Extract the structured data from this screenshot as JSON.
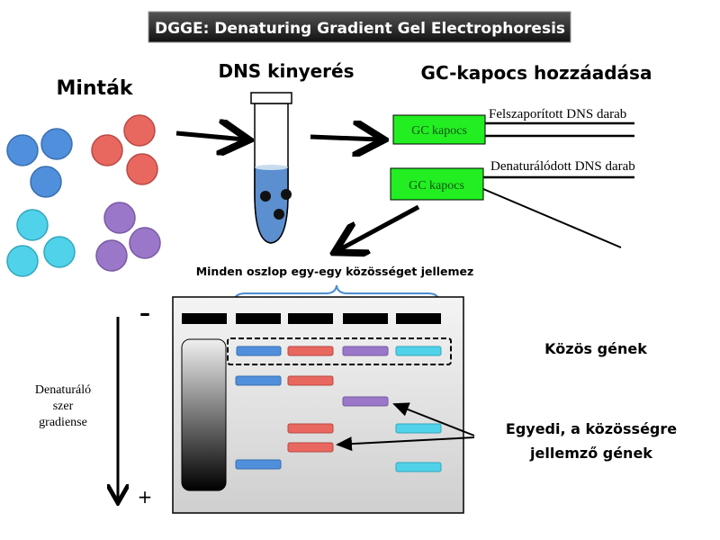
{
  "title": "DGGE: Denaturing Gradient Gel Electrophoresis",
  "steps": {
    "samples": "Minták",
    "extraction": "DNS kinyerés",
    "gc_clamp": "GC-kapocs hozzáadása"
  },
  "gc_boxes": [
    {
      "label": "GC kapocs",
      "strand_label": "Felszaporított DNS darab"
    },
    {
      "label": "GC kapocs",
      "strand_label": "Denaturálódott DNS darab"
    }
  ],
  "gel": {
    "caption": "Minden oszlop egy-egy közösséget jellemez",
    "minus": "–",
    "plus": "+",
    "gradient_label": [
      "Denaturáló",
      "szer",
      "gradiense"
    ],
    "shared_label": "Közös gének",
    "unique_label": [
      "Egyedi, a közösségre",
      "jellemző gének"
    ]
  },
  "colors": {
    "blue": "#4f8fdb",
    "red": "#e8675f",
    "purple": "#9b77c9",
    "cyan": "#4fd2ea",
    "gc_green": "#22ee22"
  }
}
